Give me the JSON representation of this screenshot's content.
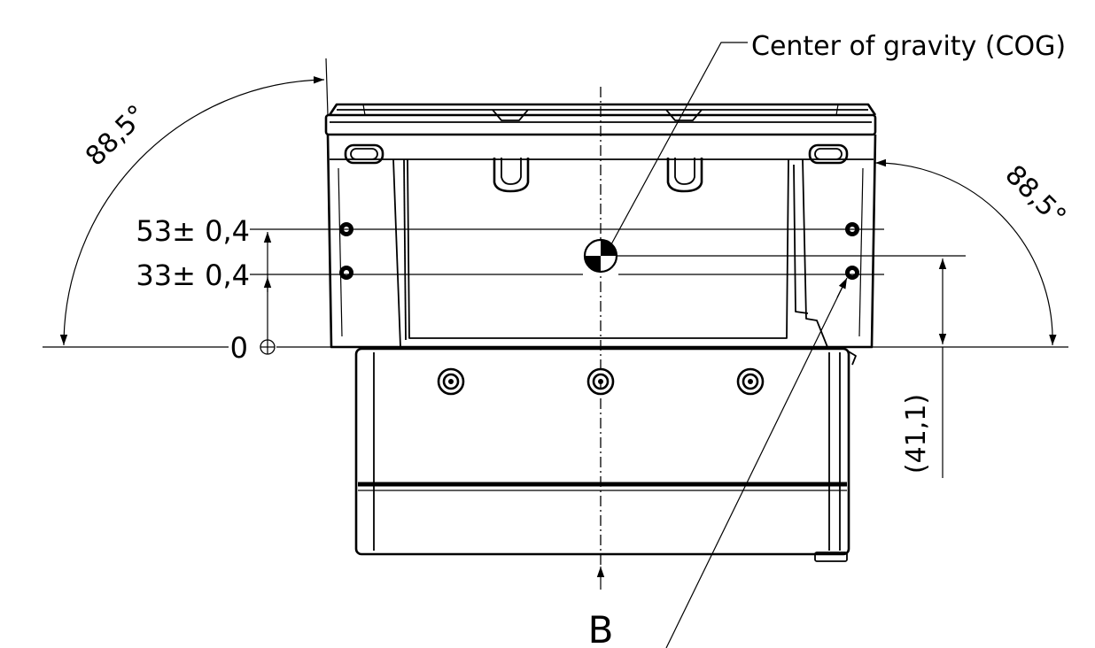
{
  "labels": {
    "cog": "Center of gravity (COG)",
    "angle_left": "88,5°",
    "angle_right": "88,5°",
    "dim_53": "53± 0,4",
    "dim_33": "33± 0,4",
    "dim_0": "0",
    "dim_41": "(41,1)",
    "view_b": "B"
  }
}
